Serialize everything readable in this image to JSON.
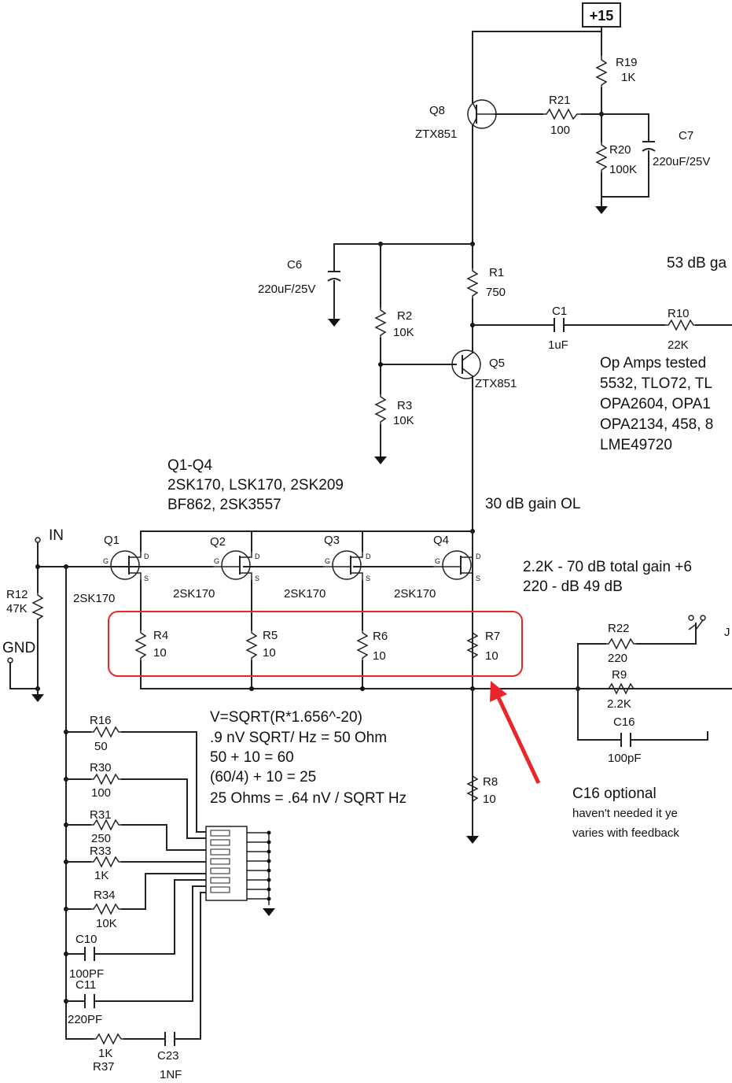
{
  "supply_label": "+15",
  "parts": {
    "q8": {
      "ref": "Q8",
      "value": "ZTX851"
    },
    "q5": {
      "ref": "Q5",
      "value": "ZTX851"
    },
    "r19": {
      "ref": "R19",
      "value": "1K"
    },
    "r21": {
      "ref": "R21",
      "value": "100"
    },
    "r20": {
      "ref": "R20",
      "value": "100K"
    },
    "c7": {
      "ref": "C7",
      "value": "220uF/25V"
    },
    "c6": {
      "ref": "C6",
      "value": "220uF/25V"
    },
    "r1": {
      "ref": "R1",
      "value": "750"
    },
    "r2": {
      "ref": "R2",
      "value": "10K"
    },
    "r3": {
      "ref": "R3",
      "value": "10K"
    },
    "c1": {
      "ref": "C1",
      "value": "1uF"
    },
    "r10": {
      "ref": "R10",
      "value": "22K"
    },
    "q1": {
      "ref": "Q1",
      "value": "2SK170"
    },
    "q2": {
      "ref": "Q2",
      "value": "2SK170"
    },
    "q3": {
      "ref": "Q3",
      "value": "2SK170"
    },
    "q4": {
      "ref": "Q4",
      "value": "2SK170"
    },
    "r4": {
      "ref": "R4",
      "value": "10"
    },
    "r5": {
      "ref": "R5",
      "value": "10"
    },
    "r6": {
      "ref": "R6",
      "value": "10"
    },
    "r7": {
      "ref": "R7",
      "value": "10"
    },
    "r8": {
      "ref": "R8",
      "value": "10"
    },
    "r12": {
      "ref": "R12",
      "value": "47K"
    },
    "r22": {
      "ref": "R22",
      "value": "220"
    },
    "r9": {
      "ref": "R9",
      "value": "2.2K"
    },
    "c16": {
      "ref": "C16",
      "value": "100pF"
    },
    "r16": {
      "ref": "R16",
      "value": "50"
    },
    "r30": {
      "ref": "R30",
      "value": "100"
    },
    "r31": {
      "ref": "R31",
      "value": "250"
    },
    "r33": {
      "ref": "R33",
      "value": "1K"
    },
    "r34": {
      "ref": "R34",
      "value": "10K"
    },
    "c10": {
      "ref": "C10",
      "value": "100PF"
    },
    "c11": {
      "ref": "C11",
      "value": "220PF"
    },
    "r37": {
      "ref": "R37",
      "value": "1K"
    },
    "c23": {
      "ref": "C23",
      "value": "1NF"
    }
  },
  "ports": {
    "in": "IN",
    "gnd": "GND",
    "j_partial": "J"
  },
  "pin_labels": {
    "drain": "D",
    "gate": "G",
    "source": "S"
  },
  "notes": {
    "gain_53": "53 dB ga",
    "opamps": [
      "Op Amps tested",
      "5532, TLO72, TL",
      "OPA2604, OPA1",
      "OPA2134, 458, 8",
      "LME49720"
    ],
    "q_types": [
      "Q1-Q4",
      "2SK170, LSK170, 2SK209",
      "BF862, 2SK3557"
    ],
    "gain_30": "30 dB gain OL",
    "gain_table": [
      "2.2K - 70 dB total gain +6",
      "220 - dB  49 dB"
    ],
    "calc": [
      "V=SQRT(R*1.656^-20)",
      ".9 nV SQRT/ Hz = 50 Ohm",
      "50 + 10 = 60",
      "(60/4) + 10 = 25",
      "25 Ohms = .64 nV / SQRT Hz"
    ],
    "c16_note": [
      "C16 optional",
      "haven't needed it ye",
      "varies with feedback"
    ]
  },
  "annotation": {
    "highlight_color": "#e8262b",
    "arrow_color": "#e8262b"
  }
}
